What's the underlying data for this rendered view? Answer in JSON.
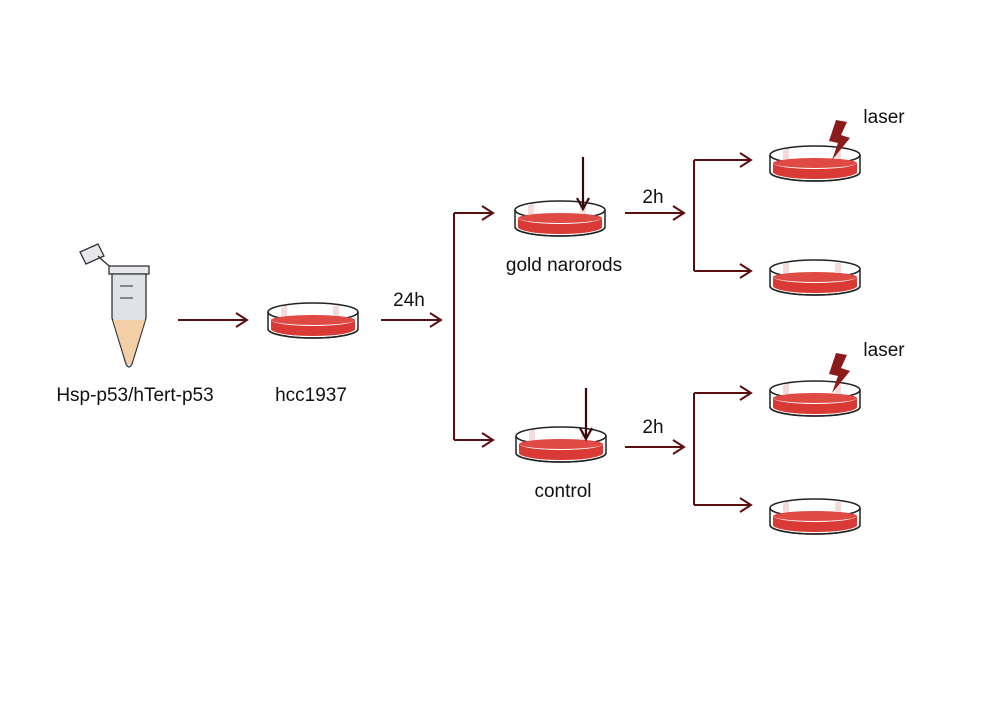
{
  "labels": {
    "plasmid": "Hsp-p53/hTert-p53",
    "cell_line": "hcc1937",
    "incubation_time": "24h",
    "treatment": "gold narorods",
    "control": "control",
    "wait_treatment": "2h",
    "wait_control": "2h",
    "laser_treatment": "laser",
    "laser_control": "laser"
  },
  "colors": {
    "arrow": "#5c0f0f",
    "medium": "#d93a35",
    "dish_outline": "#222222",
    "tube_fill": "#f2cfa7",
    "tube_body": "#dfe2e6",
    "laser": "#8b1a1a"
  },
  "icons": {
    "tube": "microcentrifuge-tube-icon",
    "dish": "petri-dish-icon",
    "laser": "lightning-bolt-icon"
  }
}
